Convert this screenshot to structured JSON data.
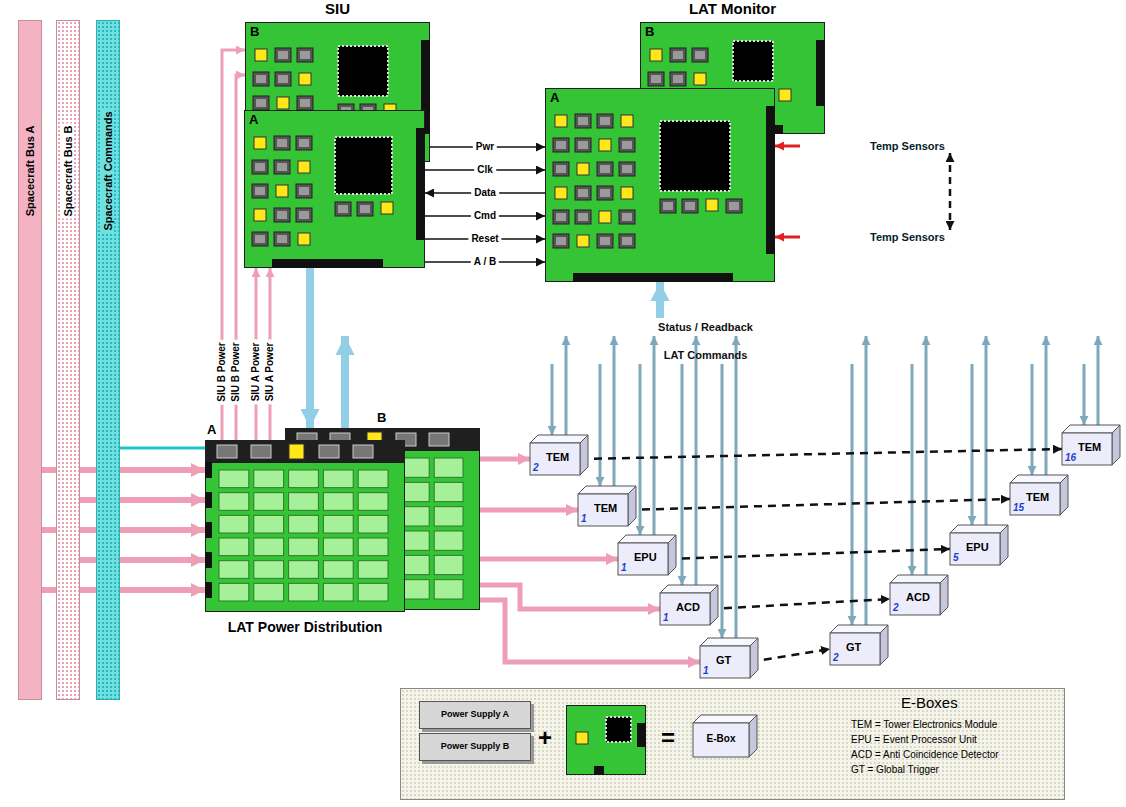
{
  "diagram": {
    "nodes": [
      {
        "text": [
          "Spacecraft Bus A"
        ]
      },
      {
        "text": [
          "Spacecraft Bus B"
        ]
      },
      {
        "text": [
          "Spacecraft Commands"
        ]
      },
      {
        "text": [
          "SIU",
          "B"
        ]
      },
      {
        "text": [
          "A"
        ]
      },
      {
        "text": [
          "LAT Monitor",
          "B"
        ]
      },
      {
        "text": [
          "A"
        ]
      },
      {
        "text": [
          "Temp Sensors"
        ]
      },
      {
        "text": [
          "Temp Sensors"
        ]
      },
      {
        "text": [
          "Status / Readback"
        ]
      },
      {
        "text": [
          "LAT Commands"
        ]
      },
      {
        "text": [
          "B"
        ]
      },
      {
        "text": [
          "A",
          "LAT Power Distribution"
        ]
      },
      {
        "text": [
          "2",
          "TEM"
        ]
      },
      {
        "text": [
          "1",
          "TEM"
        ]
      },
      {
        "text": [
          "1",
          "EPU"
        ]
      },
      {
        "text": [
          "1",
          "ACD"
        ]
      },
      {
        "text": [
          "1",
          "GT"
        ]
      },
      {
        "text": [
          "2",
          "GT"
        ]
      },
      {
        "text": [
          "2",
          "ACD"
        ]
      },
      {
        "text": [
          "5",
          "EPU"
        ]
      },
      {
        "text": [
          "15",
          "TEM"
        ]
      },
      {
        "text": [
          "16",
          "TEM"
        ]
      },
      {
        "text": [
          "E-Boxes",
          "TEM = Tower Electronics Module",
          "EPU = Event Processor Unit",
          "ACD = Anti Coincidence Detector",
          "GT = Global Trigger"
        ]
      },
      {
        "text": [
          "Power Supply A"
        ],
        "in": 23
      },
      {
        "text": [
          "Power Supply B"
        ],
        "in": 23
      },
      {
        "text": [
          "E-Box"
        ],
        "in": 23
      }
    ],
    "edges": [
      {
        "from": 0,
        "to": 12,
        "arrow": "to"
      },
      {
        "from": 1,
        "to": 12,
        "arrow": "to"
      },
      {
        "from": 0,
        "to": 12,
        "arrow": "to"
      },
      {
        "from": 1,
        "to": 12,
        "arrow": "to"
      },
      {
        "from": 0,
        "to": 12,
        "arrow": "to"
      },
      {
        "from": 2,
        "to": 12,
        "arrow": "none"
      },
      {
        "from": 12,
        "to": 3,
        "arrow": "to",
        "label": "SIU B Power"
      },
      {
        "from": 12,
        "to": 3,
        "arrow": "to",
        "label": "SIU B Power"
      },
      {
        "from": 12,
        "to": 4,
        "arrow": "to",
        "label": "SIU A Power"
      },
      {
        "from": 12,
        "to": 4,
        "arrow": "to",
        "label": "SIU A Power"
      },
      {
        "from": 4,
        "to": 6,
        "arrow": "to",
        "label": "Pwr"
      },
      {
        "from": 4,
        "to": 6,
        "arrow": "to",
        "label": "Clk"
      },
      {
        "from": 6,
        "to": 4,
        "arrow": "to",
        "label": "Data"
      },
      {
        "from": 4,
        "to": 6,
        "arrow": "to",
        "label": "Cmd"
      },
      {
        "from": 4,
        "to": 6,
        "arrow": "to",
        "label": "Reset"
      },
      {
        "from": 4,
        "to": 6,
        "arrow": "to",
        "label": "A / B"
      },
      {
        "from": 7,
        "to": 6,
        "arrow": "to"
      },
      {
        "from": 8,
        "to": 6,
        "arrow": "to"
      },
      {
        "from": 7,
        "to": 8,
        "arrow": "both"
      },
      {
        "from": 4,
        "to": 11,
        "arrow": "to"
      },
      {
        "from": 11,
        "to": 9,
        "arrow": "to"
      },
      {
        "from": 9,
        "to": 6,
        "arrow": "to"
      },
      {
        "from": 10,
        "to": 13,
        "arrow": "to"
      },
      {
        "from": 10,
        "to": 14,
        "arrow": "to"
      },
      {
        "from": 10,
        "to": 15,
        "arrow": "to"
      },
      {
        "from": 10,
        "to": 16,
        "arrow": "to"
      },
      {
        "from": 10,
        "to": 17,
        "arrow": "to"
      },
      {
        "from": 10,
        "to": 18,
        "arrow": "to"
      },
      {
        "from": 10,
        "to": 19,
        "arrow": "to"
      },
      {
        "from": 10,
        "to": 20,
        "arrow": "to"
      },
      {
        "from": 10,
        "to": 21,
        "arrow": "to"
      },
      {
        "from": 10,
        "to": 22,
        "arrow": "to"
      },
      {
        "from": 13,
        "to": 9,
        "arrow": "to"
      },
      {
        "from": 14,
        "to": 9,
        "arrow": "to"
      },
      {
        "from": 15,
        "to": 9,
        "arrow": "to"
      },
      {
        "from": 16,
        "to": 9,
        "arrow": "to"
      },
      {
        "from": 17,
        "to": 9,
        "arrow": "to"
      },
      {
        "from": 18,
        "to": 9,
        "arrow": "to"
      },
      {
        "from": 19,
        "to": 9,
        "arrow": "to"
      },
      {
        "from": 20,
        "to": 9,
        "arrow": "to"
      },
      {
        "from": 21,
        "to": 9,
        "arrow": "to"
      },
      {
        "from": 22,
        "to": 9,
        "arrow": "to"
      },
      {
        "from": 11,
        "to": 13,
        "arrow": "to"
      },
      {
        "from": 11,
        "to": 14,
        "arrow": "to"
      },
      {
        "from": 11,
        "to": 15,
        "arrow": "to"
      },
      {
        "from": 11,
        "to": 16,
        "arrow": "to"
      },
      {
        "from": 11,
        "to": 17,
        "arrow": "to"
      },
      {
        "from": 13,
        "to": 22,
        "arrow": "to"
      },
      {
        "from": 14,
        "to": 21,
        "arrow": "to"
      },
      {
        "from": 15,
        "to": 20,
        "arrow": "to"
      },
      {
        "from": 16,
        "to": 19,
        "arrow": "to"
      },
      {
        "from": 17,
        "to": 18,
        "arrow": "to"
      }
    ],
    "labels": [
      "+",
      "="
    ]
  }
}
